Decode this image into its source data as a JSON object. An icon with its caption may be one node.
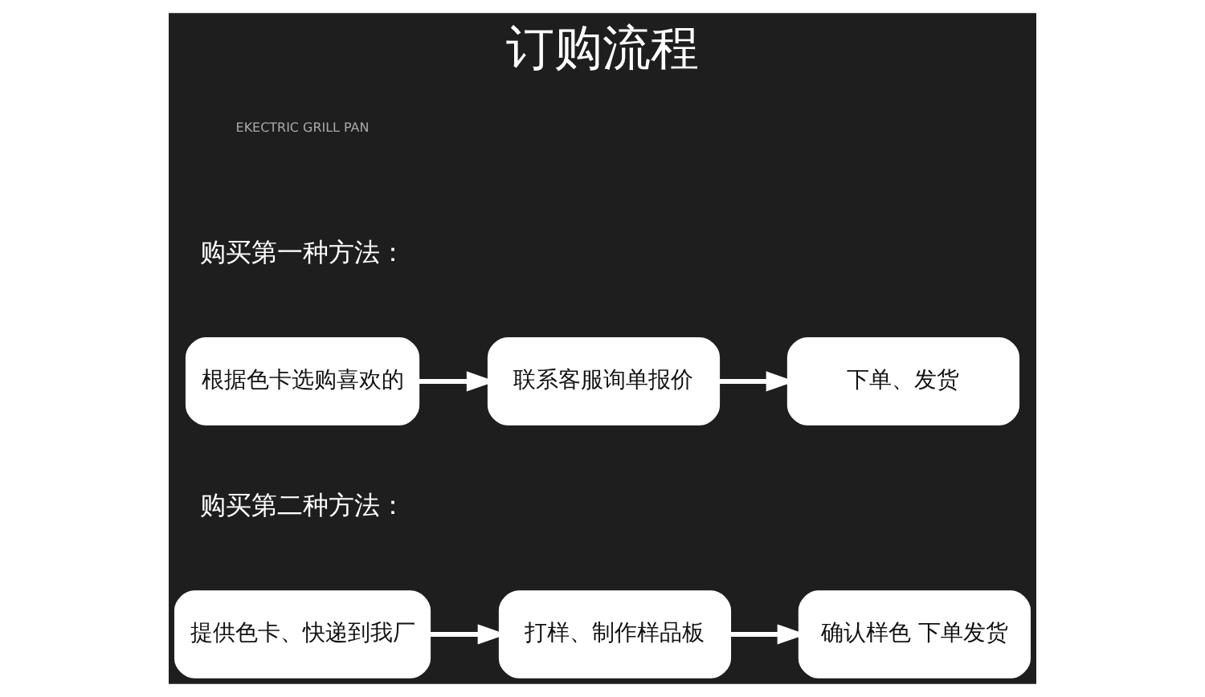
{
  "diagram": {
    "title": "订购流程",
    "nodes": [
      {
        "text": [
          "根据色卡选购喜欢的"
        ]
      },
      {
        "text": [
          "联系客服询单报价"
        ]
      },
      {
        "text": [
          "下单、发货"
        ]
      },
      {
        "text": [
          "提供色卡、快递到我厂"
        ]
      },
      {
        "text": [
          "打样、制作样品板"
        ]
      },
      {
        "text": [
          "确认样色 下单发货"
        ]
      }
    ],
    "edges": [
      {
        "from": 0,
        "to": 1,
        "arrow": "to"
      },
      {
        "from": 1,
        "to": 2,
        "arrow": "to"
      },
      {
        "from": 3,
        "to": 4,
        "arrow": "to"
      },
      {
        "from": 4,
        "to": 5,
        "arrow": "to"
      }
    ],
    "labels": [
      "EKECTRIC GRILL PAN",
      "购买第一种方法：",
      "购买第二种方法："
    ]
  }
}
